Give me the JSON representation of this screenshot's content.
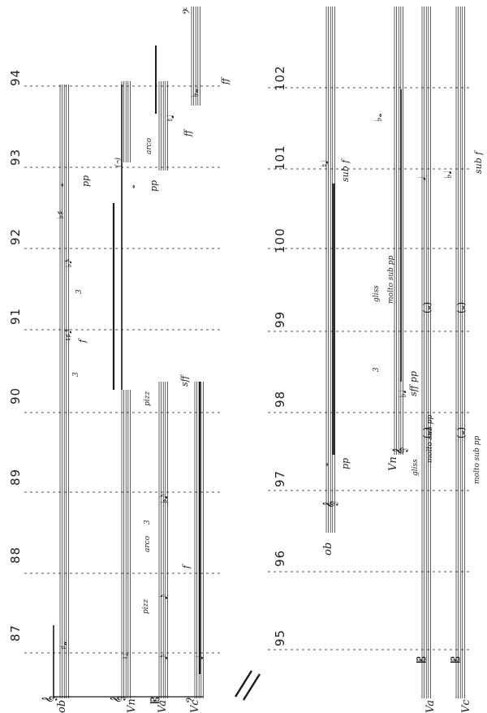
{
  "score": {
    "system_top": {
      "measures": [
        "87",
        "88",
        "89",
        "90",
        "91",
        "92",
        "93",
        "94"
      ],
      "instruments": [
        "ob",
        "Vn",
        "Va",
        "Vc"
      ],
      "markings": {
        "pizz_1": "pizz",
        "arco_1": "arco",
        "triplet_1": "3",
        "f_1": "f",
        "pizz_2": "pizz",
        "sff_1": "sff",
        "triplet_2": "3",
        "f_2": "f",
        "triplet_3": "3",
        "pp_1": "pp",
        "pp_2": "pp",
        "arco_2": "arco",
        "ff_1": "ff",
        "ff_2": "ff",
        "fermata": "(𝄐)"
      }
    },
    "system_bottom": {
      "measures": [
        "95",
        "96",
        "97",
        "98",
        "99",
        "100",
        "101",
        "102"
      ],
      "instruments": [
        "ob",
        "Vn",
        "Va",
        "Vc"
      ],
      "markings": {
        "pp_ob": "pp",
        "sff_pp": "sff pp",
        "triplet": "3",
        "gliss_vn": "gliss",
        "molto_sub_pp_vn": "molto sub pp",
        "subf_ob": "sub f",
        "subf_vc": "sub f",
        "gliss_va": "gliss",
        "molto_sub_pp_va": "molto sub pp",
        "molto_sub_pp_vc": "molto sub pp"
      }
    }
  }
}
